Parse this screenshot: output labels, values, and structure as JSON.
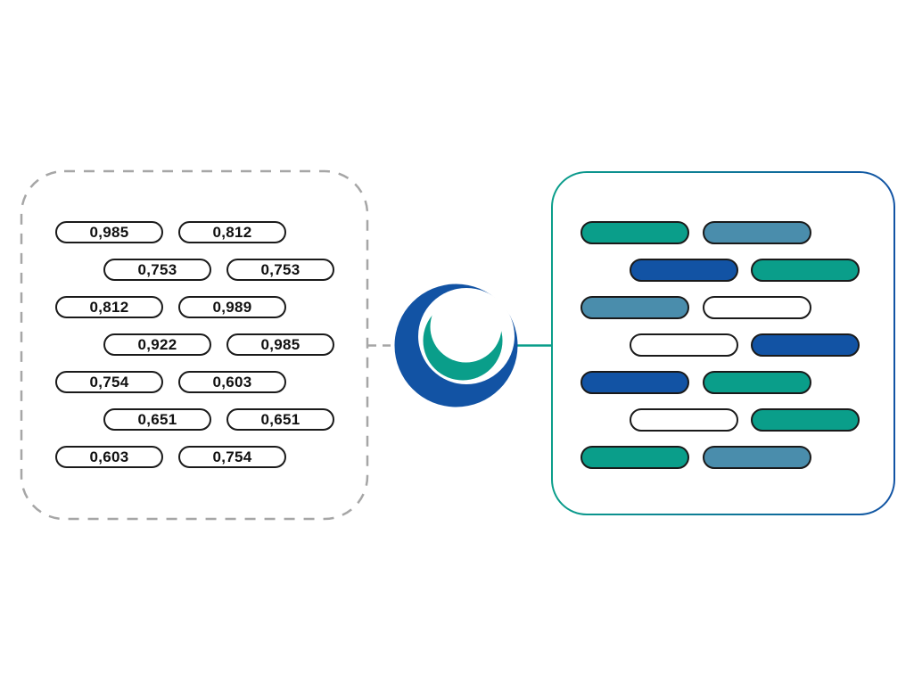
{
  "diagram": {
    "description": "Numeric values encoded into colored pills via crescent-logo process",
    "colors": {
      "teal": "#0a9e8a",
      "steel_blue": "#4a8dac",
      "dark_blue": "#1253a4",
      "white": "#ffffff",
      "pill_outline": "#1a1a1a",
      "dashed_gray": "#a6a6a6",
      "panel_gradient_start": "#0a9e8a",
      "panel_gradient_end": "#1253a4"
    },
    "left_panel": {
      "name": "input-values-panel",
      "rows": [
        {
          "indent": false,
          "values": [
            "0,985",
            "0,812"
          ]
        },
        {
          "indent": true,
          "values": [
            "0,753",
            "0,753"
          ]
        },
        {
          "indent": false,
          "values": [
            "0,812",
            "0,989"
          ]
        },
        {
          "indent": true,
          "values": [
            "0,922",
            "0,985"
          ]
        },
        {
          "indent": false,
          "values": [
            "0,754",
            "0,603"
          ]
        },
        {
          "indent": true,
          "values": [
            "0,651",
            "0,651"
          ]
        },
        {
          "indent": false,
          "values": [
            "0,603",
            "0,754"
          ]
        }
      ]
    },
    "right_panel": {
      "name": "encoded-colors-panel",
      "rows": [
        {
          "indent": false,
          "colors": [
            "teal",
            "steel_blue"
          ]
        },
        {
          "indent": true,
          "colors": [
            "dark_blue",
            "teal"
          ]
        },
        {
          "indent": false,
          "colors": [
            "steel_blue",
            "white"
          ]
        },
        {
          "indent": true,
          "colors": [
            "white",
            "dark_blue"
          ]
        },
        {
          "indent": false,
          "colors": [
            "dark_blue",
            "teal"
          ]
        },
        {
          "indent": true,
          "colors": [
            "white",
            "teal"
          ]
        },
        {
          "indent": false,
          "colors": [
            "teal",
            "steel_blue"
          ]
        }
      ]
    },
    "logo": {
      "outer": "#1253a4",
      "crescent": "#0a9e8a",
      "gap": "#ffffff"
    }
  }
}
